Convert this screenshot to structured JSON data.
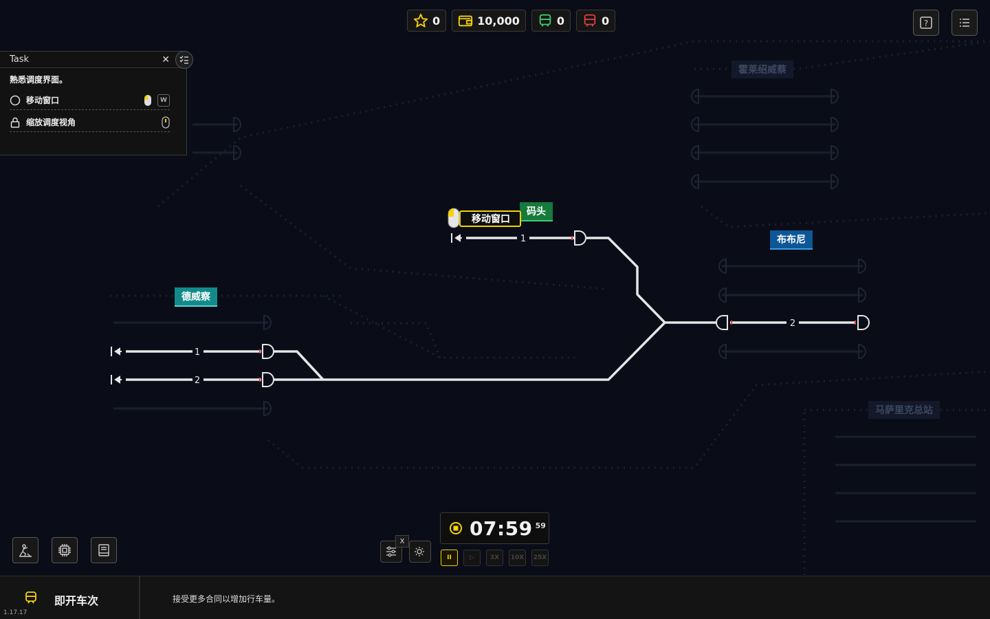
{
  "resources": {
    "stars": "0",
    "money": "10,000",
    "trains_green": "0",
    "trains_red": "0"
  },
  "task": {
    "title": "Task",
    "description": "熟悉调度界面。",
    "items": [
      {
        "label": "移动窗口",
        "status": "incomplete",
        "hint_key": "W"
      },
      {
        "label": "缩放调度视角",
        "status": "locked"
      }
    ]
  },
  "stations": {
    "dewei": "德威察",
    "matou": "码头",
    "bubuni": "布布尼",
    "holai": "霍莱绍威蔡",
    "masali": "马萨里克总站"
  },
  "tracks": {
    "dewei_1": "1",
    "dewei_2": "2",
    "matou_1": "1",
    "bubuni_2": "2"
  },
  "tooltip": "移动窗口",
  "clock": {
    "time": "07:59",
    "seconds": "59"
  },
  "speeds": [
    "II",
    "▷",
    "3X",
    "10X",
    "25X"
  ],
  "tools": {
    "close": "X"
  },
  "bottom": {
    "title": "即开车次",
    "message": "接受更多合同以增加行车量。",
    "version": "1.17.17"
  },
  "colors": {
    "accent_yellow": "#f5d20a",
    "station_teal": "#138a8a",
    "station_green": "#167a3c",
    "station_blue": "#0d5796",
    "track_white": "#e6e6e6"
  }
}
